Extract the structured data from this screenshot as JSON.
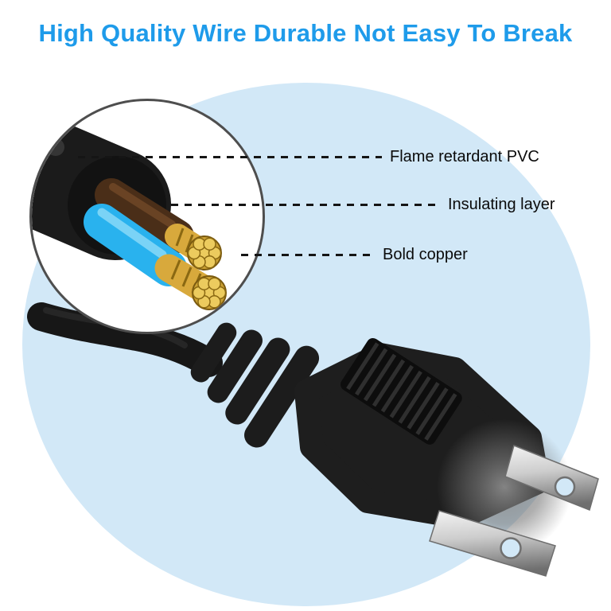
{
  "title": "High Quality Wire Durable Not Easy To Break",
  "callouts": [
    {
      "id": "flame-retardant-pvc",
      "label": "Flame retardant PVC"
    },
    {
      "id": "insulating-layer",
      "label": "Insulating layer"
    },
    {
      "id": "bold-copper",
      "label": "Bold copper"
    }
  ],
  "colors": {
    "title_color": "#1E9BEA",
    "background_circle": "#D2E8F7",
    "label_text": "#0A0A0A",
    "cable_jacket": "#1B1B1B",
    "wire_brown": "#4A2E18",
    "wire_blue": "#29B2EE",
    "copper": "#D8A93C",
    "prong_metal": "#B9B9B9"
  }
}
